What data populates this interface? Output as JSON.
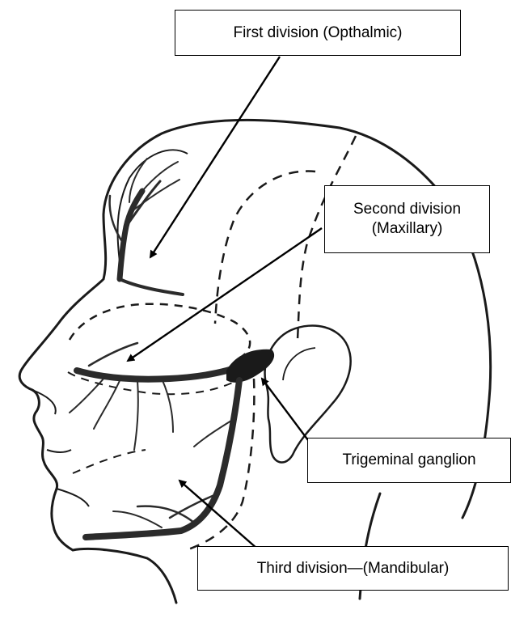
{
  "labels": {
    "first_division": "First division (Opthalmic)",
    "second_division_line1": "Second division",
    "second_division_line2": "(Maxillary)",
    "trigeminal_ganglion": "Trigeminal ganglion",
    "third_division": "Third division—(Mandibular)"
  },
  "colors": {
    "ink": "#1a1a1a",
    "shading": "#2b2b2b",
    "background": "#ffffff"
  }
}
